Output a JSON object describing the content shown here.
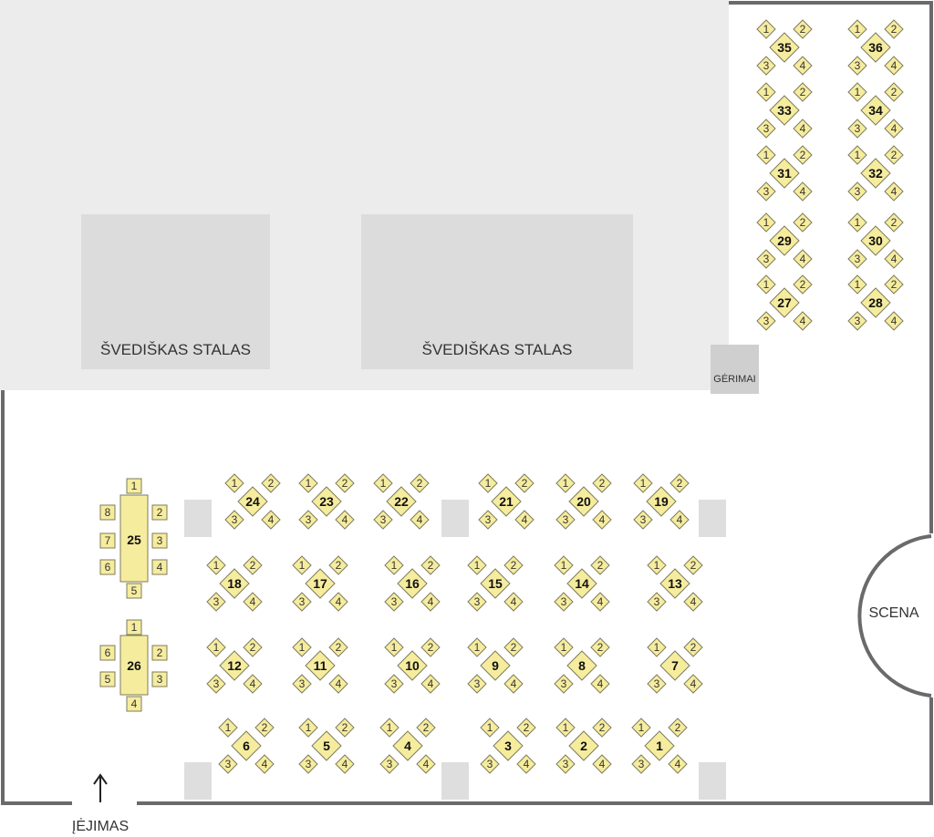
{
  "colors": {
    "table_fill": "#f6ec9e",
    "table_stroke": "#7c7c5c",
    "buffet_area": "#ececec",
    "buffet_table": "#dcdcdc",
    "wall": "#6a6a6a",
    "pillar": "#dedede",
    "drinks": "#cfcfcf"
  },
  "labels": {
    "buffet_left": "ŠVEDIŠKAS STALAS",
    "buffet_right": "ŠVEDIŠKAS STALAS",
    "drinks": "GĖRIMAI",
    "stage": "SCENA",
    "entrance": "ĮĖJIMAS",
    "entrance_arrow": "↑"
  },
  "icons": {
    "entrance": "up-arrow-icon"
  },
  "tables": [
    {
      "number": "1",
      "seats": [
        "1",
        "2",
        "3",
        "4"
      ]
    },
    {
      "number": "2",
      "seats": [
        "1",
        "2",
        "3",
        "4"
      ]
    },
    {
      "number": "3",
      "seats": [
        "1",
        "2",
        "3",
        "4"
      ]
    },
    {
      "number": "4",
      "seats": [
        "1",
        "2",
        "3",
        "4"
      ]
    },
    {
      "number": "5",
      "seats": [
        "1",
        "2",
        "3",
        "4"
      ]
    },
    {
      "number": "6",
      "seats": [
        "1",
        "2",
        "3",
        "4"
      ]
    },
    {
      "number": "7",
      "seats": [
        "1",
        "2",
        "3",
        "4"
      ]
    },
    {
      "number": "8",
      "seats": [
        "1",
        "2",
        "3",
        "4"
      ]
    },
    {
      "number": "9",
      "seats": [
        "1",
        "2",
        "3",
        "4"
      ]
    },
    {
      "number": "10",
      "seats": [
        "1",
        "2",
        "3",
        "4"
      ]
    },
    {
      "number": "11",
      "seats": [
        "1",
        "2",
        "3",
        "4"
      ]
    },
    {
      "number": "12",
      "seats": [
        "1",
        "2",
        "3",
        "4"
      ]
    },
    {
      "number": "13",
      "seats": [
        "1",
        "2",
        "3",
        "4"
      ]
    },
    {
      "number": "14",
      "seats": [
        "1",
        "2",
        "3",
        "4"
      ]
    },
    {
      "number": "15",
      "seats": [
        "1",
        "2",
        "3",
        "4"
      ]
    },
    {
      "number": "16",
      "seats": [
        "1",
        "2",
        "3",
        "4"
      ]
    },
    {
      "number": "17",
      "seats": [
        "1",
        "2",
        "3",
        "4"
      ]
    },
    {
      "number": "18",
      "seats": [
        "1",
        "2",
        "3",
        "4"
      ]
    },
    {
      "number": "19",
      "seats": [
        "1",
        "2",
        "3",
        "4"
      ]
    },
    {
      "number": "20",
      "seats": [
        "1",
        "2",
        "3",
        "4"
      ]
    },
    {
      "number": "21",
      "seats": [
        "1",
        "2",
        "3",
        "4"
      ]
    },
    {
      "number": "22",
      "seats": [
        "1",
        "2",
        "3",
        "4"
      ]
    },
    {
      "number": "23",
      "seats": [
        "1",
        "2",
        "3",
        "4"
      ]
    },
    {
      "number": "24",
      "seats": [
        "1",
        "2",
        "3",
        "4"
      ]
    },
    {
      "number": "25",
      "seats": [
        "1",
        "2",
        "3",
        "4",
        "5",
        "6",
        "7",
        "8"
      ]
    },
    {
      "number": "26",
      "seats": [
        "1",
        "2",
        "3",
        "4",
        "5",
        "6"
      ]
    },
    {
      "number": "27",
      "seats": [
        "1",
        "2",
        "3",
        "4"
      ]
    },
    {
      "number": "28",
      "seats": [
        "1",
        "2",
        "3",
        "4"
      ]
    },
    {
      "number": "29",
      "seats": [
        "1",
        "2",
        "3",
        "4"
      ]
    },
    {
      "number": "30",
      "seats": [
        "1",
        "2",
        "3",
        "4"
      ]
    },
    {
      "number": "31",
      "seats": [
        "1",
        "2",
        "3",
        "4"
      ]
    },
    {
      "number": "32",
      "seats": [
        "1",
        "2",
        "3",
        "4"
      ]
    },
    {
      "number": "33",
      "seats": [
        "1",
        "2",
        "3",
        "4"
      ]
    },
    {
      "number": "34",
      "seats": [
        "1",
        "2",
        "3",
        "4"
      ]
    },
    {
      "number": "35",
      "seats": [
        "1",
        "2",
        "3",
        "4"
      ]
    },
    {
      "number": "36",
      "seats": [
        "1",
        "2",
        "3",
        "4"
      ]
    }
  ]
}
